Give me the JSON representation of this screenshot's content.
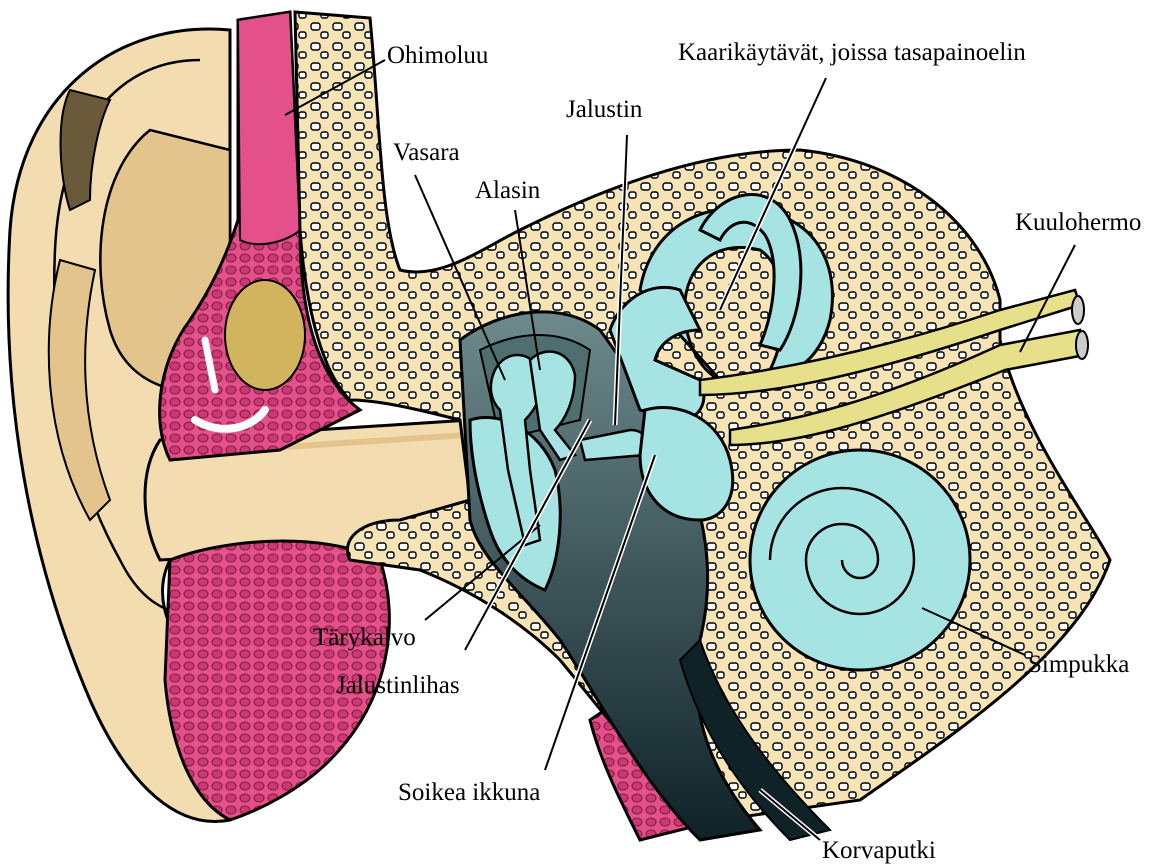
{
  "labels": {
    "ohimoluu": "Ohimoluu",
    "kaarikaytavat": "Kaarikäytävät, joissa tasapainoelin",
    "jalustin": "Jalustin",
    "vasara": "Vasara",
    "alasin": "Alasin",
    "kuulohermo": "Kuulohermo",
    "tarykalvo": "Tärykalvo",
    "jalustinlihas": "Jalustinlihas",
    "soikea_ikkuna": "Soikea ikkuna",
    "simpukka": "Simpukka",
    "korvaputki": "Korvaputki"
  },
  "colors": {
    "skin": "#F3DDB0",
    "skin_shadow": "#E2C48C",
    "bone": "#F6E4B6",
    "bone_cell": "#FFFFFF",
    "tissue": "#E4508A",
    "tissue_dark": "#B82A63",
    "cavity": "#1E3A40",
    "cavity_mid": "#4E6E70",
    "labyrinth": "#A6E3E3",
    "nerve": "#E6E08A",
    "gland": "#D2B35E"
  }
}
